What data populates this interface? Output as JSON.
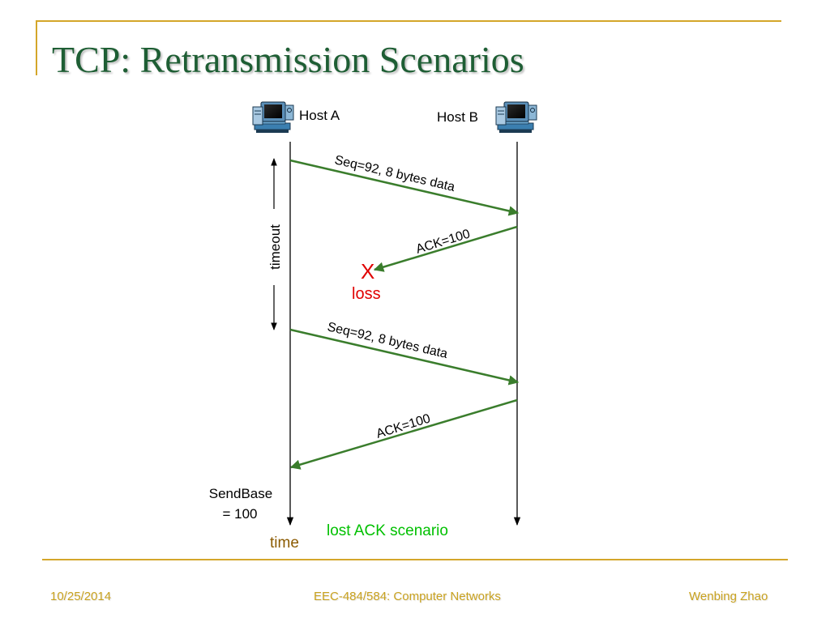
{
  "slide": {
    "title": "TCP: Retransmission Scenarios"
  },
  "diagram": {
    "host_a_label": "Host A",
    "host_b_label": "Host B",
    "host_icon": "computer-icon",
    "timeout_label": "timeout",
    "loss_marker": "X",
    "loss_label": "loss",
    "sendbase_line1": "SendBase",
    "sendbase_line2": "= 100",
    "time_label": "time",
    "scenario_label": "lost ACK scenario",
    "messages": [
      {
        "label": "Seq=92, 8 bytes data",
        "direction": "A-to-B",
        "delivered": true
      },
      {
        "label": "ACK=100",
        "direction": "B-to-A",
        "delivered": false
      },
      {
        "label": "Seq=92, 8 bytes data",
        "direction": "A-to-B",
        "delivered": true
      },
      {
        "label": "ACK=100",
        "direction": "B-to-A",
        "delivered": true
      }
    ],
    "colors": {
      "message_arrow": "#3a7d2c",
      "loss": "#e00000",
      "time_label": "#8b5a00",
      "scenario_label": "#00c000"
    }
  },
  "footer": {
    "date": "10/25/2014",
    "course": "EEC-484/584: Computer Networks",
    "author": "Wenbing Zhao"
  },
  "theme": {
    "frame_gold": "#d4a62a",
    "title_green": "#1e5e34",
    "footer_gold": "#c9a21f"
  }
}
